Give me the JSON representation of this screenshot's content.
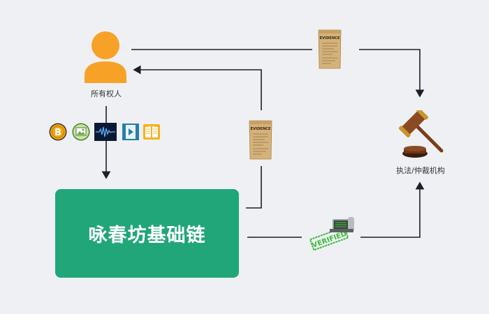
{
  "owner": {
    "label": "所有权人",
    "icon": "person-icon",
    "color": "#f7a227"
  },
  "authority": {
    "label": "执法/仲裁机构",
    "icon": "gavel-icon"
  },
  "chain": {
    "label": "咏春坊基础链",
    "color": "#21a67a"
  },
  "evidence": {
    "label": "EVIDENCE"
  },
  "verified": {
    "label": "VERIFIED",
    "color": "#3dbb3d"
  },
  "assets": [
    {
      "icon": "bitcoin-icon",
      "color": "#f2a60f"
    },
    {
      "icon": "image-icon",
      "color": "#6aa84f"
    },
    {
      "icon": "audio-wave-icon",
      "color": "#0b1a33"
    },
    {
      "icon": "video-icon",
      "color": "#2a7ea8"
    },
    {
      "icon": "book-icon",
      "color": "#f6b21a"
    }
  ],
  "colors": {
    "background": "#eff0f3",
    "line": "#1b1f2a"
  }
}
